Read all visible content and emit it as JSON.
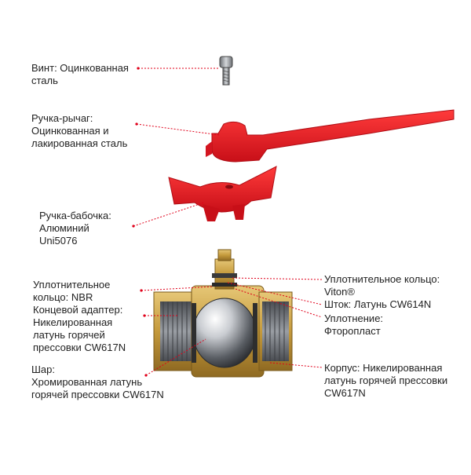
{
  "colors": {
    "leader": "#e0001a",
    "handle_red": "#e8202a",
    "brass": "#c8a24a",
    "steel": "#777b80",
    "text": "#222222"
  },
  "callouts": {
    "screw": {
      "lines": [
        "Винт: Оцинкованная",
        "сталь"
      ]
    },
    "lever": {
      "lines": [
        "Ручка-рычаг:",
        "Оцинкованная и",
        "лакированная сталь"
      ]
    },
    "butterfly": {
      "lines": [
        "Ручка-бабочка:",
        "Алюминий",
        "Uni5076"
      ]
    },
    "seal_nbr": {
      "lines": [
        "Уплотнительное",
        "кольцо: NBR"
      ]
    },
    "end_adapter": {
      "lines": [
        "Концевой адаптер:",
        "Никелированная",
        "латунь горячей",
        "прессовки CW617N"
      ]
    },
    "ball": {
      "lines": [
        "Шар:",
        "Хромированная латунь",
        "горячей прессовки CW617N"
      ]
    },
    "seal_viton": {
      "lines": [
        "Уплотнительное кольцо:",
        "Viton®"
      ]
    },
    "stem": {
      "lines": [
        "Шток: Латунь CW614N"
      ]
    },
    "packing": {
      "lines": [
        "Уплотнение:",
        "Фторопласт"
      ]
    },
    "body": {
      "lines": [
        "Корпус: Никелированная",
        "латунь горячей прессовки",
        "CW617N"
      ]
    }
  }
}
